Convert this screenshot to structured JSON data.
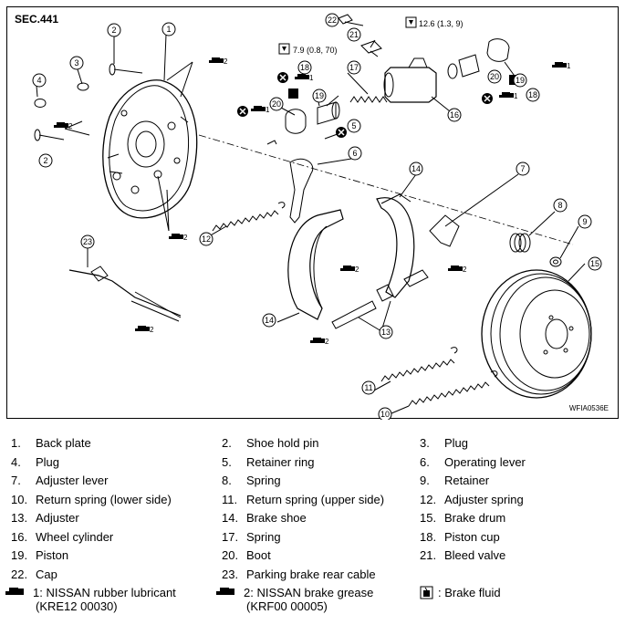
{
  "section": "SEC.441",
  "figure_id": "WFIA0536E",
  "torques": {
    "bleed_valve": "12.6 (1.3, 9)",
    "cap": "7.9 (0.8, 70)"
  },
  "callouts": [
    "1",
    "2",
    "2",
    "3",
    "4",
    "5",
    "6",
    "7",
    "8",
    "9",
    "11",
    "12",
    "13",
    "14",
    "14",
    "15",
    "16",
    "17",
    "18",
    "18",
    "19",
    "19",
    "20",
    "20",
    "21",
    "22",
    "23",
    "10"
  ],
  "lube_marks": {
    "rubber": "1",
    "grease": "2"
  },
  "legend": [
    [
      {
        "n": "1.",
        "t": "Back plate"
      },
      {
        "n": "2.",
        "t": "Shoe hold pin"
      },
      {
        "n": "3.",
        "t": "Plug"
      }
    ],
    [
      {
        "n": "4.",
        "t": "Plug"
      },
      {
        "n": "5.",
        "t": "Retainer ring"
      },
      {
        "n": "6.",
        "t": "Operating lever"
      }
    ],
    [
      {
        "n": "7.",
        "t": "Adjuster lever"
      },
      {
        "n": "8.",
        "t": "Spring"
      },
      {
        "n": "9.",
        "t": "Retainer"
      }
    ],
    [
      {
        "n": "10.",
        "t": "Return spring (lower side)"
      },
      {
        "n": "11.",
        "t": "Return spring (upper side)"
      },
      {
        "n": "12.",
        "t": "Adjuster spring"
      }
    ],
    [
      {
        "n": "13.",
        "t": "Adjuster"
      },
      {
        "n": "14.",
        "t": "Brake shoe"
      },
      {
        "n": "15.",
        "t": "Brake drum"
      }
    ],
    [
      {
        "n": "16.",
        "t": "Wheel cylinder"
      },
      {
        "n": "17.",
        "t": "Spring"
      },
      {
        "n": "18.",
        "t": "Piston cup"
      }
    ],
    [
      {
        "n": "19.",
        "t": "Piston"
      },
      {
        "n": "20.",
        "t": "Boot"
      },
      {
        "n": "21.",
        "t": "Bleed valve"
      }
    ],
    [
      {
        "n": "22.",
        "t": "Cap"
      },
      {
        "n": "23.",
        "t": "Parking brake rear cable"
      }
    ]
  ],
  "symbol_legend": {
    "rubber_line1": "1: NISSAN rubber lubricant",
    "rubber_line2": "(KRE12 00030)",
    "grease_line1": "2: NISSAN brake grease",
    "grease_line2": "(KRF00 00005)",
    "fluid": ": Brake fluid"
  }
}
